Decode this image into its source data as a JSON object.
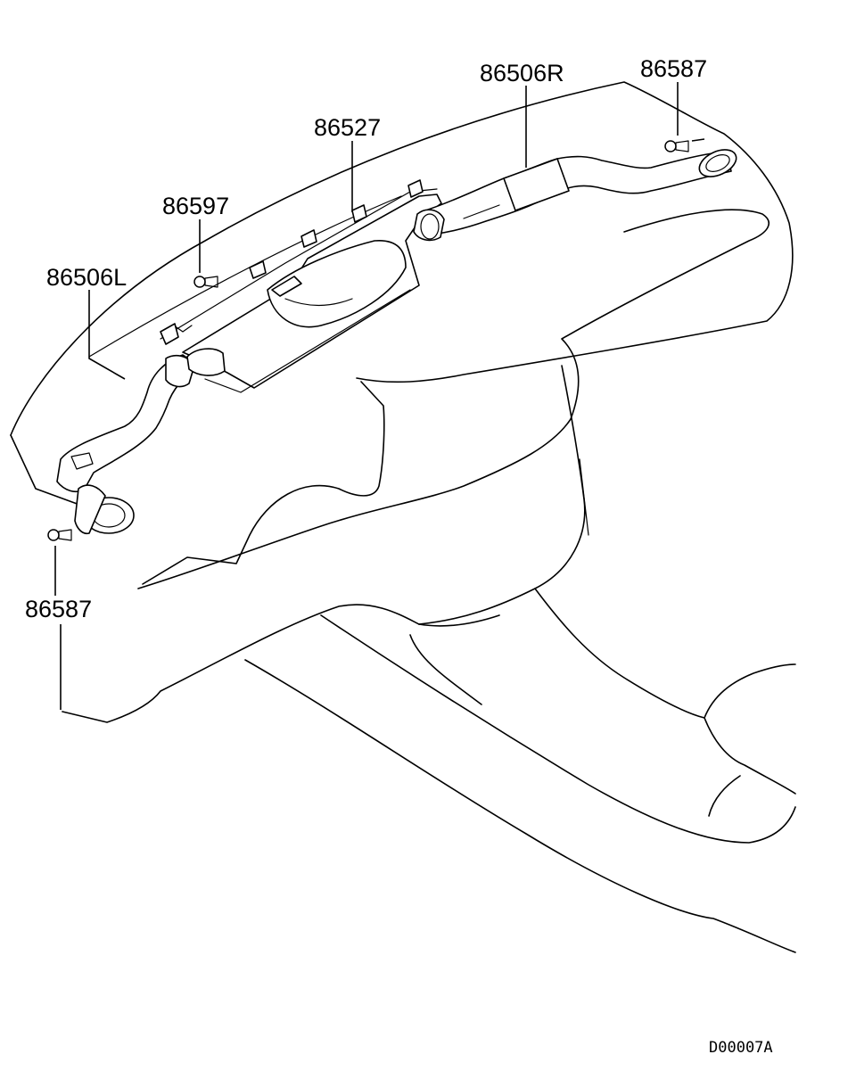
{
  "labels": {
    "duct_right": "86506R",
    "fastener_top_right": "86587",
    "center_duct": "86527",
    "clip": "86597",
    "duct_left": "86506L",
    "fastener_bottom_left": "86587"
  },
  "diagram_code": "D00007A"
}
